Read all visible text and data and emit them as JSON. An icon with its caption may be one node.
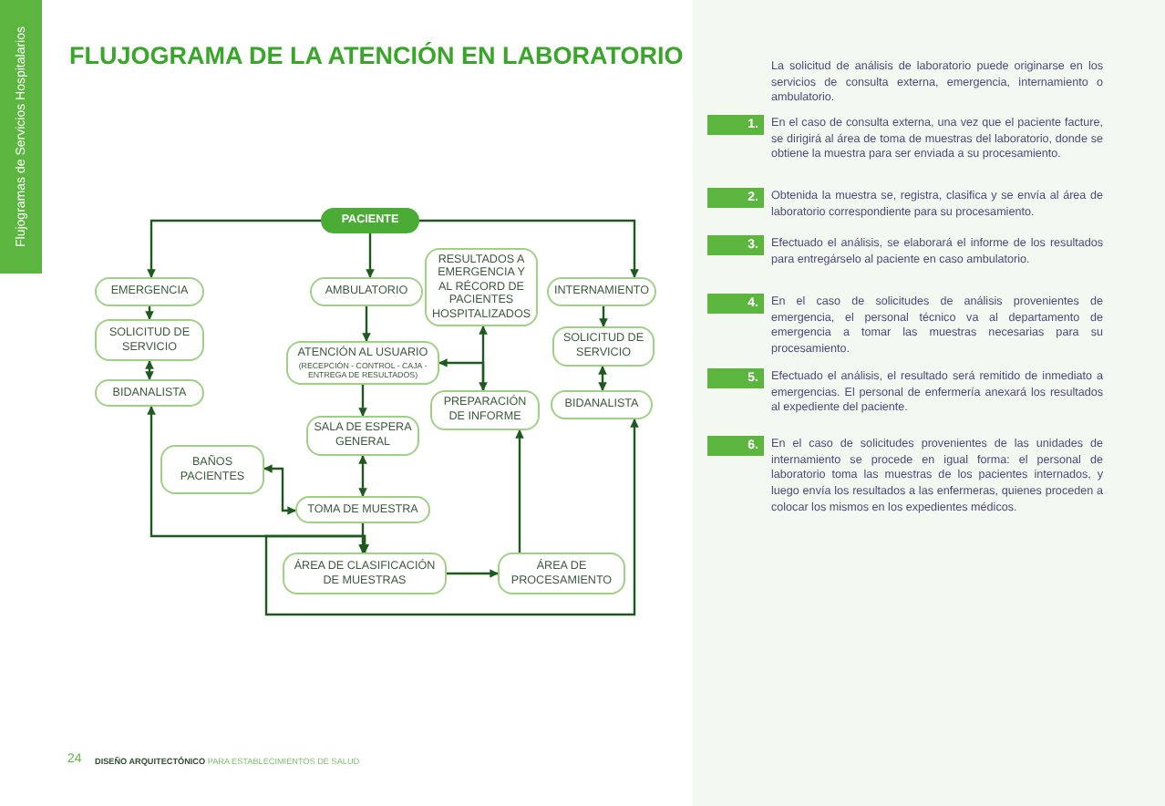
{
  "diagram": {
    "title": "FLUJOGRAMA DE LA ATENCIÓN EN LABORATORIO",
    "nodes": [
      {
        "text": [
          "PACIENTE"
        ]
      },
      {
        "text": [
          "EMERGENCIA"
        ]
      },
      {
        "text": [
          "SOLICITUD DE SERVICIO"
        ]
      },
      {
        "text": [
          "BIDANALISTA"
        ]
      },
      {
        "text": [
          "AMBULATORIO"
        ]
      },
      {
        "text": [
          "RESULTADOS A EMERGENCIA Y AL RÉCORD DE PACIENTES HOSPITALIZADOS"
        ]
      },
      {
        "text": [
          "INTERNAMIENTO"
        ]
      },
      {
        "text": [
          "ATENCIÓN AL USUARIO",
          "(RECEPCIÓN - CONTROL - CAJA - ENTREGA DE RESULTADOS)"
        ]
      },
      {
        "text": [
          "SOLICITUD DE SERVICIO"
        ]
      },
      {
        "text": [
          "PREPARACIÓN DE INFORME"
        ]
      },
      {
        "text": [
          "BIDANALISTA"
        ]
      },
      {
        "text": [
          "SALA DE ESPERA GENERAL"
        ]
      },
      {
        "text": [
          "BAÑOS PACIENTES"
        ]
      },
      {
        "text": [
          "TOMA DE MUESTRA"
        ]
      },
      {
        "text": [
          "ÁREA DE CLASIFICACIÓN DE MUESTRAS"
        ]
      },
      {
        "text": [
          "ÁREA DE PROCESAMIENTO"
        ]
      }
    ],
    "edges": [
      {
        "from": 0,
        "to": 1,
        "arrow": "to"
      },
      {
        "from": 0,
        "to": 4,
        "arrow": "to"
      },
      {
        "from": 0,
        "to": 6,
        "arrow": "to"
      },
      {
        "from": 1,
        "to": 2,
        "arrow": "to"
      },
      {
        "from": 2,
        "to": 3,
        "arrow": "both"
      },
      {
        "from": 3,
        "to": 14,
        "arrow": "both"
      },
      {
        "from": 4,
        "to": 7,
        "arrow": "to"
      },
      {
        "from": 5,
        "to": 9,
        "arrow": "both"
      },
      {
        "from": 9,
        "to": 7,
        "arrow": "to"
      },
      {
        "from": 6,
        "to": 8,
        "arrow": "to"
      },
      {
        "from": 8,
        "to": 10,
        "arrow": "both"
      },
      {
        "from": 7,
        "to": 11,
        "arrow": "to"
      },
      {
        "from": 11,
        "to": 13,
        "arrow": "both"
      },
      {
        "from": 13,
        "to": 12,
        "arrow": "both"
      },
      {
        "from": 13,
        "to": 14,
        "arrow": "to"
      },
      {
        "from": 14,
        "to": 15,
        "arrow": "to"
      },
      {
        "from": 15,
        "to": 9,
        "arrow": "to"
      },
      {
        "from": 10,
        "to": 14,
        "arrow": "both"
      }
    ],
    "labels": [
      "Flujogramas de Servicios Hospitalarios",
      "La solicitud de análisis de laboratorio puede originarse en los servicios de consulta externa, emergencia, internamiento o ambulatorio.",
      "1.",
      "En el caso de consulta externa, una vez que el paciente facture, se dirigirá al área de toma de muestras del laboratorio, donde se obtiene la muestra para ser enviada a su procesamiento.",
      "2.",
      "Obtenida la muestra se, registra, clasifica y se envía al área de laboratorio correspondiente para su procesamiento.",
      "3.",
      "Efectuado el análisis, se elaborará el informe de los resultados para entregárselo al paciente en caso ambulatorio.",
      "4.",
      "En el caso de solicitudes de análisis provenientes de emergencia, el personal técnico va al departamento de emergencia a tomar las muestras necesarias para su procesamiento.",
      "5.",
      "Efectuado el análisis, el resultado será remitido de inmediato a emergencias. El personal de enfermería anexará los resultados al expediente del paciente.",
      "6.",
      "En el caso de solicitudes provenientes de las unidades de internamiento se procede en igual forma: el personal de laboratorio toma las muestras de los pacientes internados, y luego envía los resultados a las enfermeras, quienes proceden a colocar los mismos en los expedientes médicos.",
      "24",
      "**DISEÑO ARQUITECTÓNICO** PARA ESTABLECIMIENTOS DE SALUD"
    ]
  }
}
